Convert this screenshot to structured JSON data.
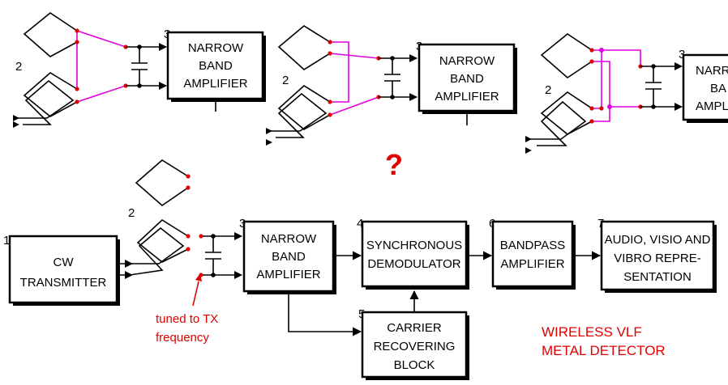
{
  "top_variants": [
    {
      "coil_label": "2",
      "block_number": "3",
      "block_lines": [
        "NARROW",
        "BAND",
        "AMPLIFIER"
      ]
    },
    {
      "coil_label": "2",
      "block_number": "3",
      "block_lines": [
        "NARROW",
        "BAND",
        "AMPLIFIER"
      ]
    },
    {
      "coil_label": "2",
      "block_number": "3",
      "block_lines": [
        "NARR",
        "BA",
        "AMPL"
      ]
    }
  ],
  "question_mark": "?",
  "main_chain": {
    "coil_label": "2",
    "blocks": [
      {
        "id": "cw",
        "number": "1",
        "lines": [
          "CW",
          "TRANSMITTER"
        ]
      },
      {
        "id": "nba",
        "number": "3",
        "lines": [
          "NARROW",
          "BAND",
          "AMPLIFIER"
        ]
      },
      {
        "id": "sync",
        "number": "4",
        "lines": [
          "SYNCHRONOUS",
          "DEMODULATOR"
        ]
      },
      {
        "id": "carrier",
        "number": "5",
        "lines": [
          "CARRIER",
          "RECOVERING",
          "BLOCK"
        ]
      },
      {
        "id": "bandpass",
        "number": "6",
        "lines": [
          "BANDPASS",
          "AMPLIFIER"
        ]
      },
      {
        "id": "audio",
        "number": "7",
        "lines": [
          "AUDIO, VISIO AND",
          "VIBRO  REPRE-",
          "SENTATION"
        ]
      }
    ]
  },
  "annotation": {
    "lines": [
      "tuned to TX",
      "frequency"
    ]
  },
  "title": {
    "lines": [
      "WIRELESS VLF",
      "METAL DETECTOR"
    ]
  },
  "colors": {
    "wire": "#000000",
    "magenta": "#e000e0",
    "red": "#e00000"
  }
}
